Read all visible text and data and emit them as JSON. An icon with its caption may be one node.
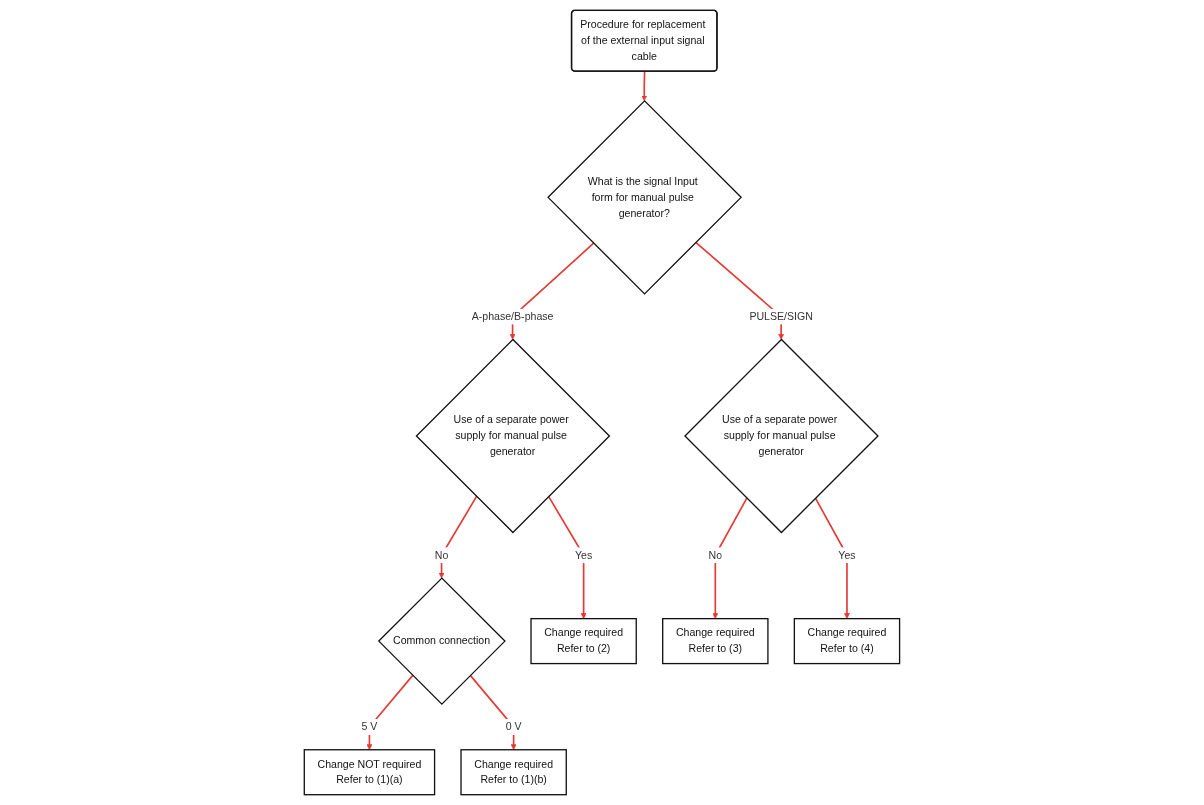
{
  "diagram": {
    "nodes": [
      {
        "text": [
          "Procedure for replacement of the external input signal cable"
        ]
      },
      {
        "text": [
          "What is the signal Input form for manual pulse generator?"
        ]
      },
      {
        "text": [
          "Use of a separate power supply for manual pulse generator"
        ]
      },
      {
        "text": [
          "Use of a separate power supply for manual pulse generator"
        ]
      },
      {
        "text": [
          "Common connection"
        ]
      },
      {
        "text": [
          "Change NOT required",
          "Refer to (1)(a)"
        ]
      },
      {
        "text": [
          "Change required",
          "Refer to (1)(b)"
        ]
      },
      {
        "text": [
          "Change required",
          "Refer to (2)"
        ]
      },
      {
        "text": [
          "Change required",
          "Refer to (3)"
        ]
      },
      {
        "text": [
          "Change required",
          "Refer to (4)"
        ]
      }
    ],
    "edges": [
      {
        "from": 0,
        "to": 1,
        "arrow": "to"
      },
      {
        "from": 1,
        "to": 2,
        "label": "A-phase/B-phase",
        "arrow": "to"
      },
      {
        "from": 1,
        "to": 3,
        "label": "PULSE/SIGN",
        "arrow": "to"
      },
      {
        "from": 2,
        "to": 4,
        "label": "No",
        "arrow": "to"
      },
      {
        "from": 2,
        "to": 7,
        "label": "Yes",
        "arrow": "to"
      },
      {
        "from": 3,
        "to": 8,
        "label": "No",
        "arrow": "to"
      },
      {
        "from": 3,
        "to": 9,
        "label": "Yes",
        "arrow": "to"
      },
      {
        "from": 4,
        "to": 5,
        "label": "5 V",
        "arrow": "to"
      },
      {
        "from": 4,
        "to": 6,
        "label": "0 V",
        "arrow": "to"
      }
    ]
  }
}
